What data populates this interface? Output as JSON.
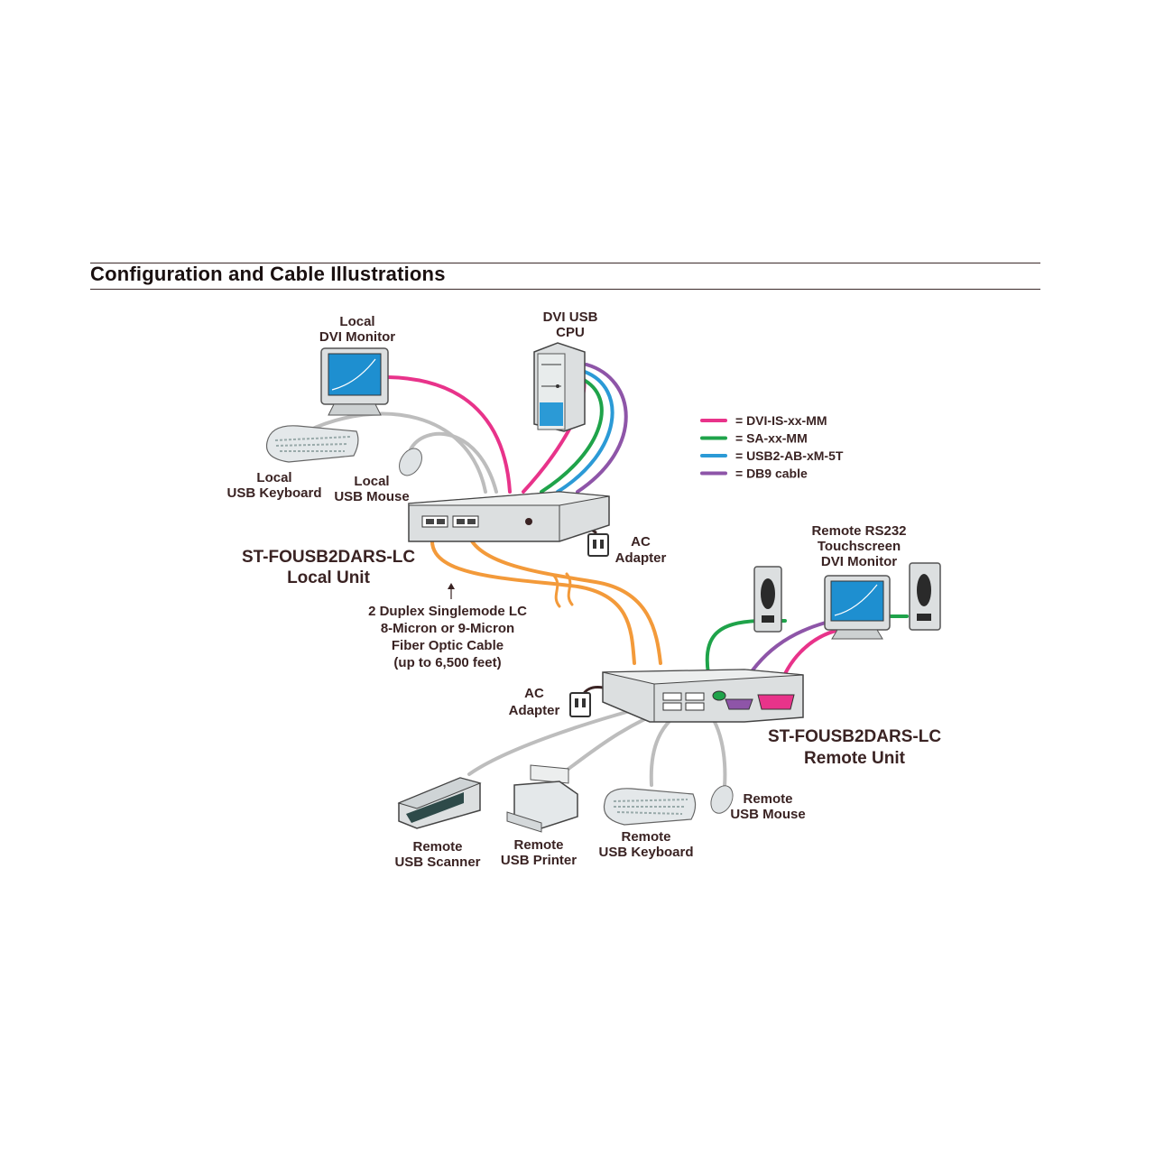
{
  "header": {
    "title": "Configuration and Cable Illustrations"
  },
  "labels": {
    "local_monitor": [
      "Local",
      "DVI Monitor"
    ],
    "cpu": [
      "DVI USB",
      "CPU"
    ],
    "local_keyboard": [
      "Local",
      "USB Keyboard"
    ],
    "local_mouse": [
      "Local",
      "USB Mouse"
    ],
    "local_unit": [
      "ST-FOUSB2DARS-LC",
      "Local Unit"
    ],
    "ac_adapter_local": [
      "AC",
      "Adapter"
    ],
    "fiber": [
      "2 Duplex Singlemode LC",
      "8-Micron or 9-Micron",
      "Fiber Optic Cable",
      "(up to 6,500 feet)"
    ],
    "ac_adapter_remote": [
      "AC",
      "Adapter"
    ],
    "remote_monitor": [
      "Remote RS232",
      "Touchscreen",
      "DVI Monitor"
    ],
    "remote_unit": [
      "ST-FOUSB2DARS-LC",
      "Remote Unit"
    ],
    "remote_scanner": [
      "Remote",
      "USB Scanner"
    ],
    "remote_printer": [
      "Remote",
      "USB Printer"
    ],
    "remote_keyboard": [
      "Remote",
      "USB Keyboard"
    ],
    "remote_mouse": [
      "Remote",
      "USB Mouse"
    ]
  },
  "legend": [
    {
      "label": "= DVI-IS-xx-MM",
      "color": "#e8338a"
    },
    {
      "label": "= SA-xx-MM",
      "color": "#1fa34a"
    },
    {
      "label": "= USB2-AB-xM-5T",
      "color": "#2b9ad6"
    },
    {
      "label": "= DB9 cable",
      "color": "#8e55a8"
    }
  ],
  "colors": {
    "fiber": "#f39a3a",
    "usb_cable": "#b9b9b9",
    "screen": "#1e8fd0",
    "device": "#dcdfe0"
  }
}
